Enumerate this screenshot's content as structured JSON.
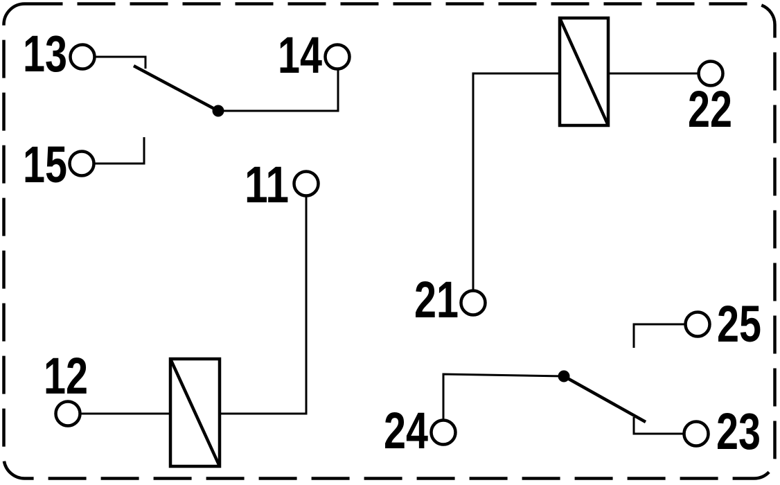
{
  "colors": {
    "background": "#ffffff",
    "lines": "#000000",
    "text": "#000000"
  },
  "schematic": {
    "terminals": {
      "t11": {
        "label": "11"
      },
      "t12": {
        "label": "12"
      },
      "t13": {
        "label": "13"
      },
      "t14": {
        "label": "14"
      },
      "t15": {
        "label": "15"
      },
      "t21": {
        "label": "21"
      },
      "t22": {
        "label": "22"
      },
      "t23": {
        "label": "23"
      },
      "t24": {
        "label": "24"
      },
      "t25": {
        "label": "25"
      }
    },
    "components": [
      {
        "id": "coil-1",
        "symbol": "relay-coil",
        "between": [
          "12",
          "11"
        ]
      },
      {
        "id": "contact-1",
        "symbol": "changeover-contact",
        "common": "14",
        "resting": "13",
        "alternate": "15"
      },
      {
        "id": "coil-2",
        "symbol": "relay-coil",
        "between": [
          "21",
          "22"
        ]
      },
      {
        "id": "contact-2",
        "symbol": "changeover-contact",
        "common": "24",
        "resting": "23",
        "alternate": "25"
      }
    ]
  }
}
